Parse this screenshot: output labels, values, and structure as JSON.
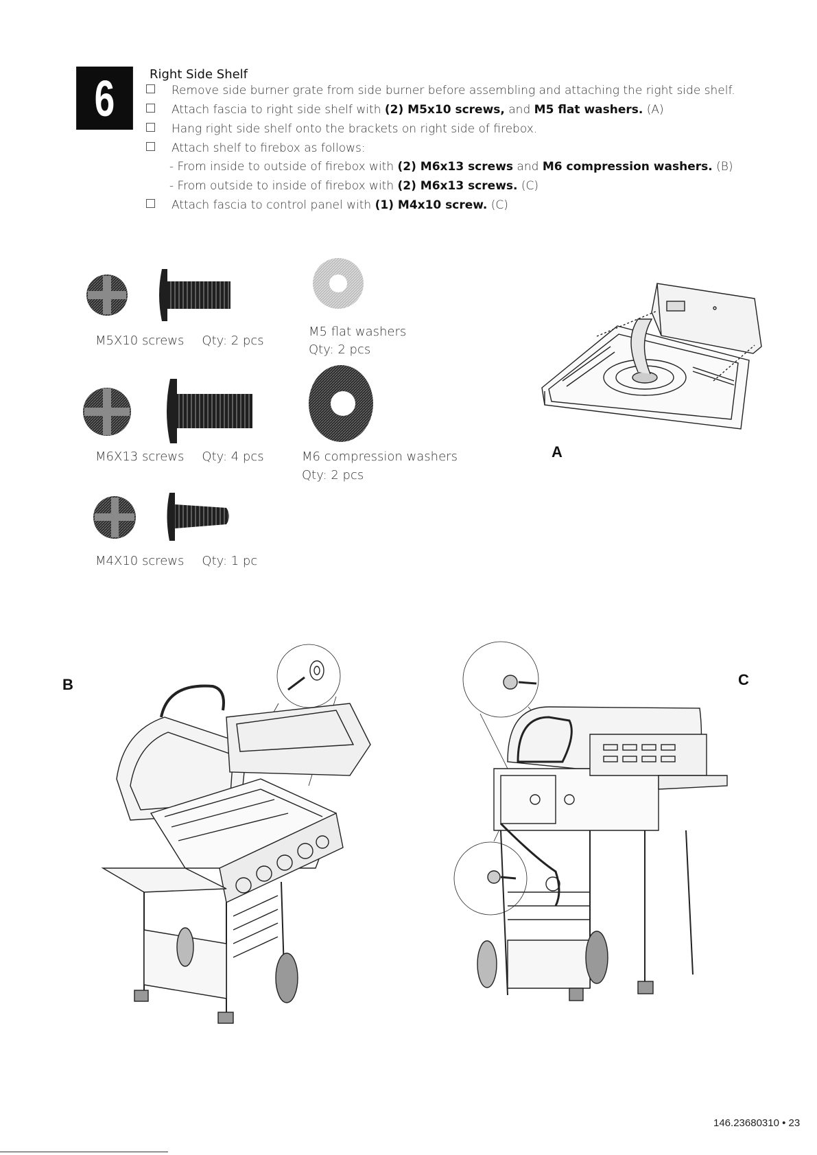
{
  "step": {
    "number": "6"
  },
  "section": {
    "title": "Right Side Shelf",
    "instructions": [
      {
        "parts": [
          {
            "text": "Remove side burner grate from side burner before assembling and attaching the right side shelf."
          }
        ]
      },
      {
        "parts": [
          {
            "text": "Attach fascia to right side shelf with "
          },
          {
            "text": "(2) M5x10 screws,",
            "bold": true
          },
          {
            "text": " and "
          },
          {
            "text": "M5 flat washers.",
            "bold": true
          },
          {
            "text": " (A)"
          }
        ]
      },
      {
        "parts": [
          {
            "text": "Hang right side shelf onto the brackets on right side of firebox."
          }
        ]
      },
      {
        "parts": [
          {
            "text": "Attach shelf to firebox as follows:"
          }
        ]
      },
      {
        "sub": true,
        "parts": [
          {
            "text": "- From inside to outside of firebox with "
          },
          {
            "text": "(2) M6x13 screws",
            "bold": true
          },
          {
            "text": " and "
          },
          {
            "text": "M6 compression washers.",
            "bold": true
          },
          {
            "text": " (B)"
          }
        ]
      },
      {
        "sub": true,
        "parts": [
          {
            "text": "- From outside to inside of firebox with "
          },
          {
            "text": "(2) M6x13 screws.",
            "bold": true
          },
          {
            "text": " (C)"
          }
        ]
      },
      {
        "parts": [
          {
            "text": "Attach fascia to control panel with "
          },
          {
            "text": "(1) M4x10 screw.",
            "bold": true
          },
          {
            "text": " (C)"
          }
        ]
      }
    ]
  },
  "hardware": {
    "m5_screw": {
      "name": "M5X10 screws",
      "qty": "Qty: 2 pcs"
    },
    "m6_screw": {
      "name": "M6X13 screws",
      "qty": "Qty: 4 pcs"
    },
    "m4_screw": {
      "name": "M4X10 screws",
      "qty": "Qty: 1 pc"
    },
    "m5_washer": {
      "name": "M5 flat washers",
      "qty": "Qty: 2 pcs"
    },
    "m6_washer": {
      "name": "M6 compression washers",
      "qty": "Qty: 2 pcs"
    }
  },
  "diagrams": {
    "a": "A",
    "b": "B",
    "c": "C"
  },
  "footer": {
    "code": "146.23680310 • 23"
  }
}
